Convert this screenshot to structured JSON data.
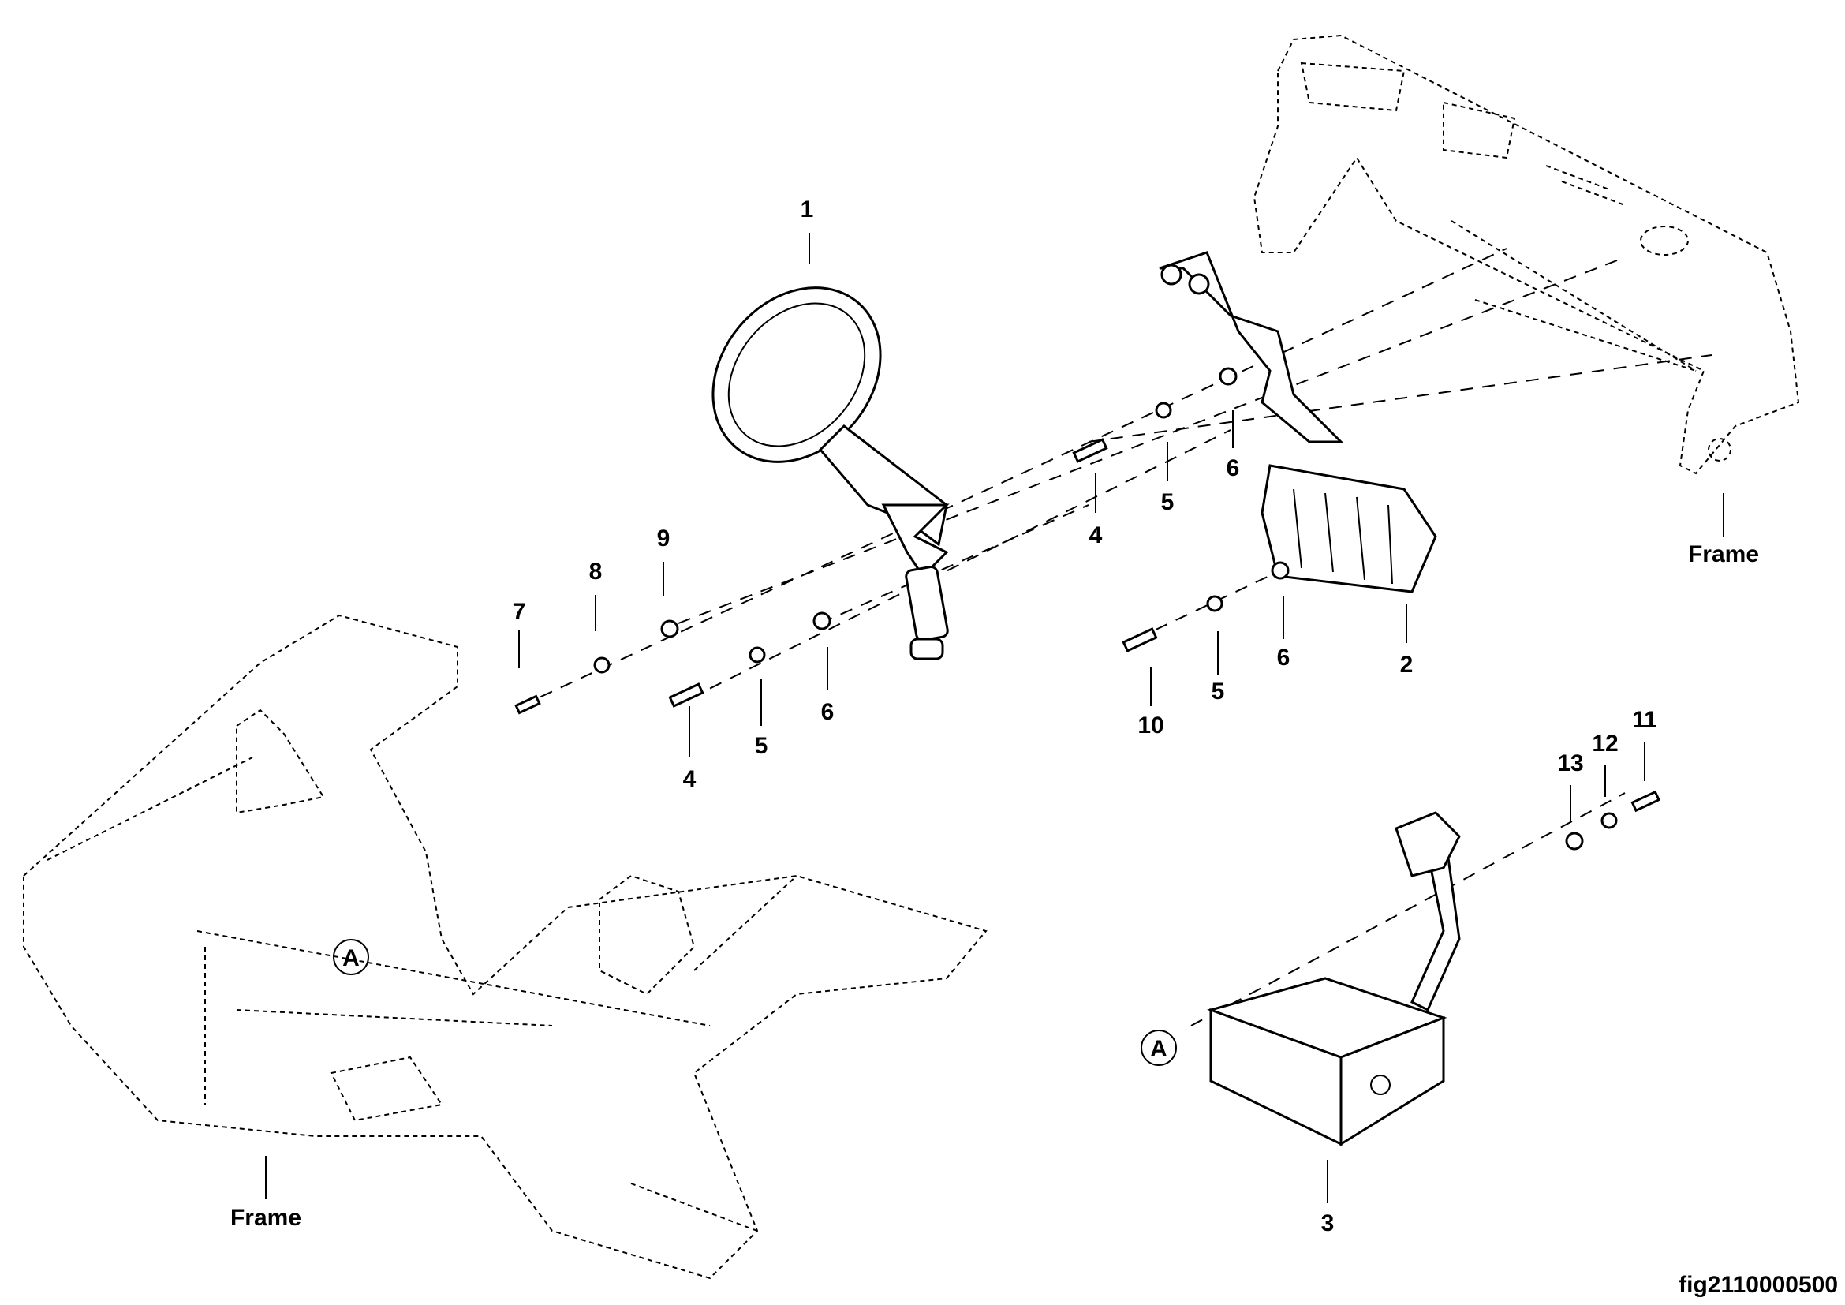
{
  "figure_id": "fig2110000500",
  "callouts": {
    "c1": "1",
    "c2": "2",
    "c3": "3",
    "c4a": "4",
    "c5a": "5",
    "c6a": "6",
    "c7": "7",
    "c8": "8",
    "c9": "9",
    "c4b": "4",
    "c5b": "5",
    "c6b": "6",
    "c10": "10",
    "c5c": "5",
    "c6c": "6",
    "c11": "11",
    "c12": "12",
    "c13": "13"
  },
  "frame_labels": {
    "right": "Frame",
    "left": "Frame"
  },
  "reference_marks": {
    "a1": "A",
    "a2": "A"
  }
}
